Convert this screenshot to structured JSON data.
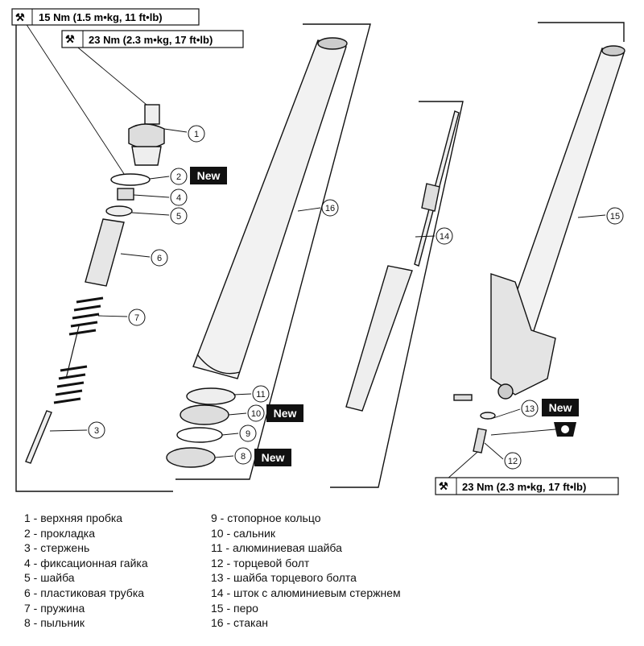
{
  "torque": {
    "top1": "15 Nm (1.5 m•kg, 11 ft•lb)",
    "top2": "23 Nm (2.3 m•kg, 17 ft•lb)",
    "bottom": "23 Nm (2.3 m•kg, 17 ft•lb)"
  },
  "new_label": "New",
  "callouts": [
    "1",
    "2",
    "3",
    "4",
    "5",
    "6",
    "7",
    "8",
    "9",
    "10",
    "11",
    "12",
    "13",
    "14",
    "15",
    "16"
  ],
  "legend_left": [
    "1 - верхняя пробка",
    "2 - прокладка",
    "3 - стержень",
    "4 - фиксационная гайка",
    "5 - шайба",
    "6 - пластиковая трубка",
    "7 - пружина",
    "8 - пыльник"
  ],
  "legend_right": [
    "9 - стопорное кольцо",
    "10 - сальник",
    "11 - алюминиевая шайба",
    "12 - торцевой болт",
    "13 - шайба торцевого болта",
    "14 - шток с алюминиевым стержнем",
    "15 - перо",
    "16 - стакан"
  ]
}
